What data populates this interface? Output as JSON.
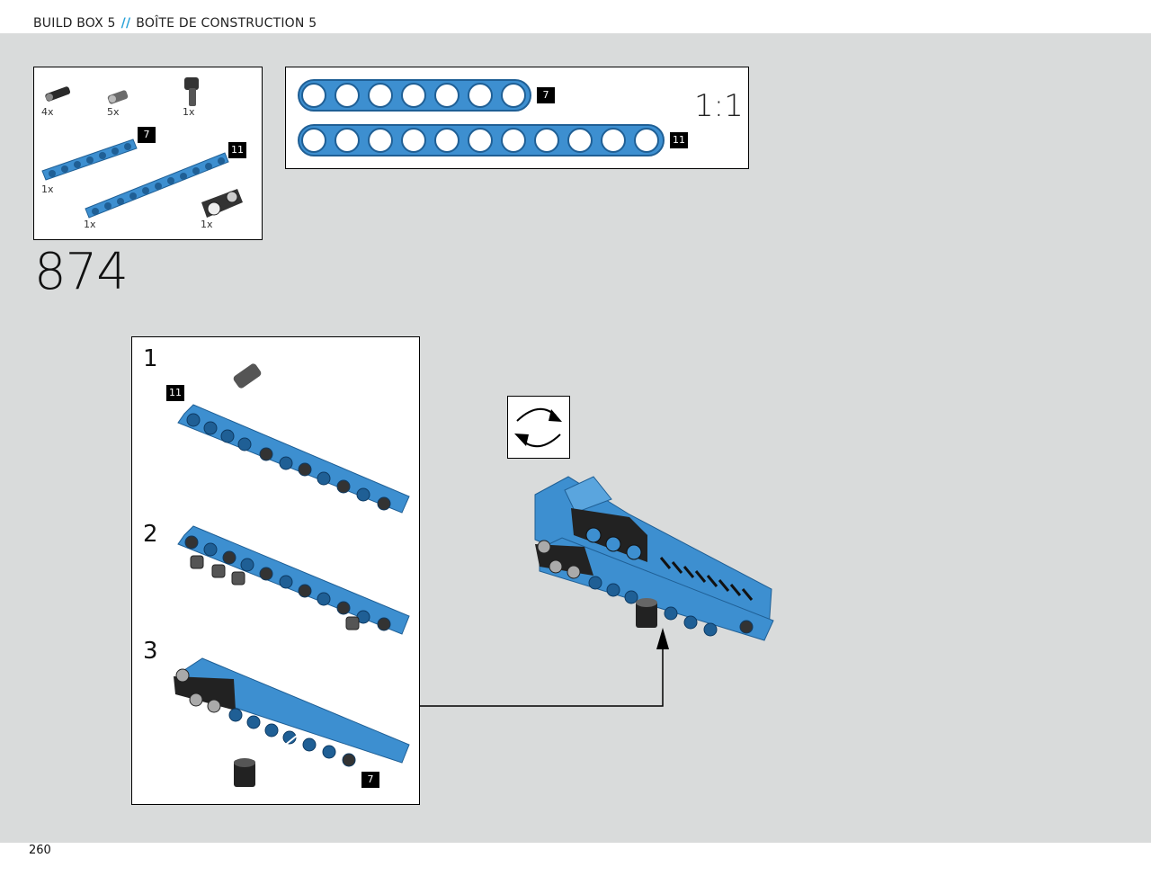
{
  "header": {
    "left_title": "BUILD BOX 5",
    "separator": "//",
    "right_title": "BOÎTE DE CONSTRUCTION 5"
  },
  "parts_box": {
    "quantities": [
      "4x",
      "5x",
      "1x",
      "1x",
      "1x",
      "1x"
    ],
    "beam_lengths": [
      "7",
      "11"
    ]
  },
  "scale_box": {
    "beam_labels": [
      "7",
      "11"
    ],
    "scale_label": "1:1"
  },
  "step": {
    "number": "874"
  },
  "substeps": {
    "labels": [
      "1",
      "2",
      "3"
    ],
    "badge_1": "11",
    "badge_3": "7"
  },
  "page_number": "260",
  "colors": {
    "beam_blue": "#3d8fd0",
    "accent": "#2aa3d9",
    "background": "#d9dbdb"
  },
  "icons": [
    "rotate-model-icon"
  ]
}
